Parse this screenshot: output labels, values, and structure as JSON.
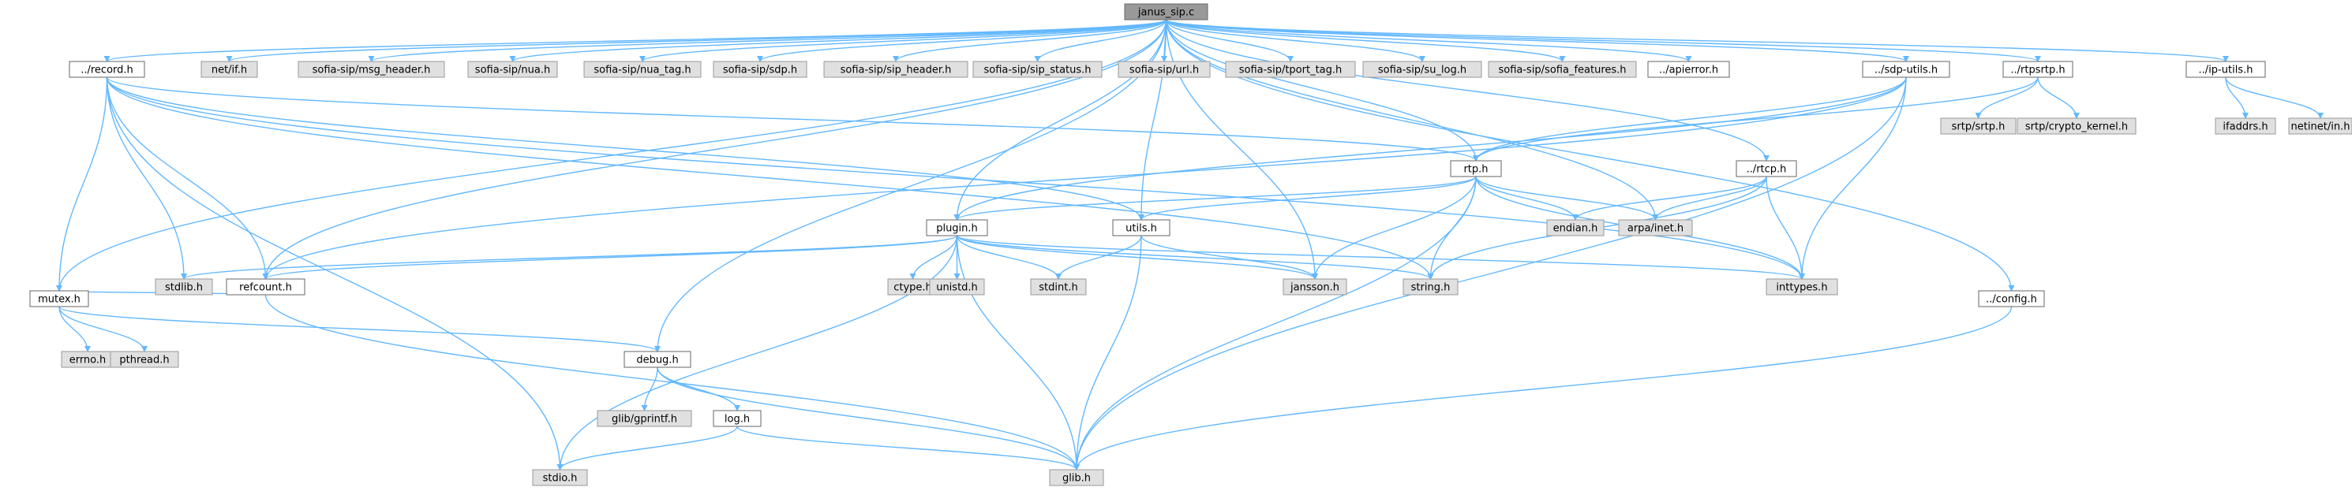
{
  "colors": {
    "root_fill": "#999999",
    "root_border": "#666666",
    "file_fill": "#ffffff",
    "file_border": "#666666",
    "system_fill": "#e0e0e0",
    "system_border": "#999999",
    "edge": "#63b8ff"
  },
  "nodes": [
    {
      "id": "janus_sip",
      "label": "janus_sip.c",
      "kind": "root"
    },
    {
      "id": "record",
      "label": "../record.h",
      "kind": "file"
    },
    {
      "id": "netif",
      "label": "net/if.h",
      "kind": "system"
    },
    {
      "id": "msg_header",
      "label": "sofia-sip/msg_header.h",
      "kind": "system"
    },
    {
      "id": "nua",
      "label": "sofia-sip/nua.h",
      "kind": "system"
    },
    {
      "id": "nua_tag",
      "label": "sofia-sip/nua_tag.h",
      "kind": "system"
    },
    {
      "id": "sdp",
      "label": "sofia-sip/sdp.h",
      "kind": "system"
    },
    {
      "id": "sip_header",
      "label": "sofia-sip/sip_header.h",
      "kind": "system"
    },
    {
      "id": "sip_status",
      "label": "sofia-sip/sip_status.h",
      "kind": "system"
    },
    {
      "id": "url",
      "label": "sofia-sip/url.h",
      "kind": "system"
    },
    {
      "id": "tport_tag",
      "label": "sofia-sip/tport_tag.h",
      "kind": "system"
    },
    {
      "id": "su_log",
      "label": "sofia-sip/su_log.h",
      "kind": "system"
    },
    {
      "id": "sofia_features",
      "label": "sofia-sip/sofia_features.h",
      "kind": "system"
    },
    {
      "id": "apierror",
      "label": "../apierror.h",
      "kind": "file"
    },
    {
      "id": "sdputils",
      "label": "../sdp-utils.h",
      "kind": "file"
    },
    {
      "id": "rtpsrtp",
      "label": "../rtpsrtp.h",
      "kind": "file"
    },
    {
      "id": "iputils",
      "label": "../ip-utils.h",
      "kind": "file"
    },
    {
      "id": "rtp",
      "label": "rtp.h",
      "kind": "file"
    },
    {
      "id": "rtcp",
      "label": "../rtcp.h",
      "kind": "file"
    },
    {
      "id": "srtp",
      "label": "srtp/srtp.h",
      "kind": "system"
    },
    {
      "id": "crypto_kernel",
      "label": "srtp/crypto_kernel.h",
      "kind": "system"
    },
    {
      "id": "ifaddrs",
      "label": "ifaddrs.h",
      "kind": "system"
    },
    {
      "id": "netinet",
      "label": "netinet/in.h",
      "kind": "system"
    },
    {
      "id": "plugin",
      "label": "plugin.h",
      "kind": "file"
    },
    {
      "id": "utils",
      "label": "utils.h",
      "kind": "file"
    },
    {
      "id": "endian",
      "label": "endian.h",
      "kind": "system"
    },
    {
      "id": "arpa",
      "label": "arpa/inet.h",
      "kind": "system"
    },
    {
      "id": "stdlib",
      "label": "stdlib.h",
      "kind": "system"
    },
    {
      "id": "refcount",
      "label": "refcount.h",
      "kind": "file"
    },
    {
      "id": "ctype",
      "label": "ctype.h",
      "kind": "system"
    },
    {
      "id": "unistd",
      "label": "unistd.h",
      "kind": "system"
    },
    {
      "id": "stdint",
      "label": "stdint.h",
      "kind": "system"
    },
    {
      "id": "jansson",
      "label": "jansson.h",
      "kind": "system"
    },
    {
      "id": "string",
      "label": "string.h",
      "kind": "system"
    },
    {
      "id": "inttypes",
      "label": "inttypes.h",
      "kind": "system"
    },
    {
      "id": "config",
      "label": "../config.h",
      "kind": "file"
    },
    {
      "id": "mutex",
      "label": "mutex.h",
      "kind": "file"
    },
    {
      "id": "errno",
      "label": "errno.h",
      "kind": "system"
    },
    {
      "id": "pthread",
      "label": "pthread.h",
      "kind": "system"
    },
    {
      "id": "debug",
      "label": "debug.h",
      "kind": "file"
    },
    {
      "id": "gprintf",
      "label": "glib/gprintf.h",
      "kind": "system"
    },
    {
      "id": "log",
      "label": "log.h",
      "kind": "file"
    },
    {
      "id": "stdio",
      "label": "stdio.h",
      "kind": "system"
    },
    {
      "id": "glib",
      "label": "glib.h",
      "kind": "system"
    }
  ],
  "edges": [
    [
      "janus_sip",
      "record"
    ],
    [
      "janus_sip",
      "netif"
    ],
    [
      "janus_sip",
      "msg_header"
    ],
    [
      "janus_sip",
      "nua"
    ],
    [
      "janus_sip",
      "nua_tag"
    ],
    [
      "janus_sip",
      "sdp"
    ],
    [
      "janus_sip",
      "sip_header"
    ],
    [
      "janus_sip",
      "sip_status"
    ],
    [
      "janus_sip",
      "url"
    ],
    [
      "janus_sip",
      "tport_tag"
    ],
    [
      "janus_sip",
      "su_log"
    ],
    [
      "janus_sip",
      "sofia_features"
    ],
    [
      "janus_sip",
      "apierror"
    ],
    [
      "janus_sip",
      "sdputils"
    ],
    [
      "janus_sip",
      "rtpsrtp"
    ],
    [
      "janus_sip",
      "iputils"
    ],
    [
      "janus_sip",
      "config"
    ],
    [
      "janus_sip",
      "mutex"
    ],
    [
      "janus_sip",
      "debug"
    ],
    [
      "janus_sip",
      "rtp"
    ],
    [
      "janus_sip",
      "rtcp"
    ],
    [
      "janus_sip",
      "plugin"
    ],
    [
      "janus_sip",
      "utils"
    ],
    [
      "janus_sip",
      "arpa"
    ],
    [
      "janus_sip",
      "jansson"
    ],
    [
      "janus_sip",
      "refcount"
    ],
    [
      "record",
      "stdlib"
    ],
    [
      "record",
      "refcount"
    ],
    [
      "record",
      "mutex"
    ],
    [
      "record",
      "stdio"
    ],
    [
      "record",
      "rtp"
    ],
    [
      "record",
      "utils"
    ],
    [
      "record",
      "string"
    ],
    [
      "record",
      "inttypes"
    ],
    [
      "sdputils",
      "rtp"
    ],
    [
      "sdputils",
      "plugin"
    ],
    [
      "sdputils",
      "inttypes"
    ],
    [
      "sdputils",
      "glib"
    ],
    [
      "sdputils",
      "refcount"
    ],
    [
      "rtpsrtp",
      "srtp"
    ],
    [
      "rtpsrtp",
      "crypto_kernel"
    ],
    [
      "rtpsrtp",
      "rtp"
    ],
    [
      "iputils",
      "ifaddrs"
    ],
    [
      "iputils",
      "netinet"
    ],
    [
      "rtp",
      "plugin"
    ],
    [
      "rtp",
      "utils"
    ],
    [
      "rtp",
      "endian"
    ],
    [
      "rtp",
      "arpa"
    ],
    [
      "rtp",
      "jansson"
    ],
    [
      "rtp",
      "string"
    ],
    [
      "rtp",
      "inttypes"
    ],
    [
      "rtp",
      "glib"
    ],
    [
      "rtcp",
      "endian"
    ],
    [
      "rtcp",
      "arpa"
    ],
    [
      "rtcp",
      "inttypes"
    ],
    [
      "rtcp",
      "string"
    ],
    [
      "plugin",
      "stdlib"
    ],
    [
      "plugin",
      "refcount"
    ],
    [
      "plugin",
      "ctype"
    ],
    [
      "plugin",
      "unistd"
    ],
    [
      "plugin",
      "stdint"
    ],
    [
      "plugin",
      "string"
    ],
    [
      "plugin",
      "inttypes"
    ],
    [
      "plugin",
      "glib"
    ],
    [
      "plugin",
      "jansson"
    ],
    [
      "plugin",
      "stdio"
    ],
    [
      "utils",
      "stdint"
    ],
    [
      "utils",
      "jansson"
    ],
    [
      "utils",
      "glib"
    ],
    [
      "refcount",
      "mutex"
    ],
    [
      "refcount",
      "glib"
    ],
    [
      "config",
      "glib"
    ],
    [
      "mutex",
      "errno"
    ],
    [
      "mutex",
      "pthread"
    ],
    [
      "mutex",
      "debug"
    ],
    [
      "debug",
      "gprintf"
    ],
    [
      "debug",
      "log"
    ],
    [
      "debug",
      "glib"
    ],
    [
      "log",
      "stdio"
    ],
    [
      "log",
      "glib"
    ]
  ]
}
